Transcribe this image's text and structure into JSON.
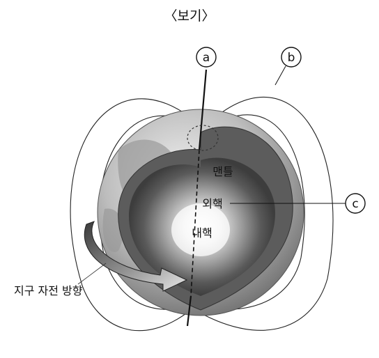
{
  "title": "〈보기〉",
  "markers": {
    "a": "a",
    "b": "b",
    "c": "c"
  },
  "labels": {
    "mantle": "맨틀",
    "outer_core": "외핵",
    "inner_core": "내핵",
    "rotation": "지구 자전 방향"
  }
}
